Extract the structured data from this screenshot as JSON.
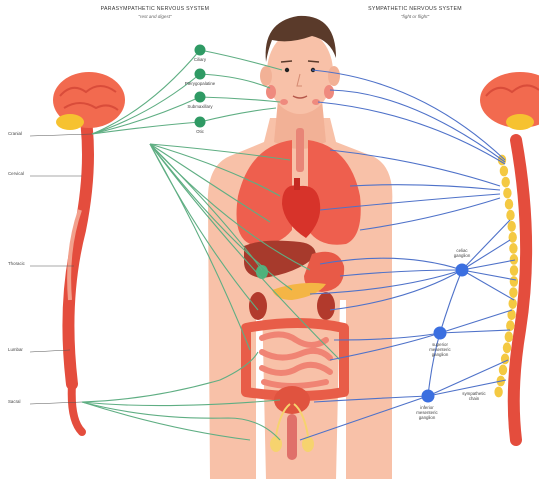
{
  "header": {
    "para_title": "PARASYMPATHETIC NERVOUS SYSTEM",
    "para_subtitle": "\"rest and digest\"",
    "symp_title": "SYMPATHETIC NERVOUS SYSTEM",
    "symp_subtitle": "\"fight or flight\""
  },
  "spine_regions": [
    "Cranial",
    "Cervical",
    "Thoracic",
    "Lumbar",
    "Sacral"
  ],
  "parasympathetic_ganglia": [
    "Ciliary",
    "Pterygopalatine",
    "Submaxillary",
    "Otic"
  ],
  "sympathetic_ganglia": {
    "celiac_line1": "celiac",
    "celiac_line2": "ganglion",
    "superior_line1": "superior",
    "superior_line2": "mesenteric",
    "superior_line3": "ganglion",
    "inferior_line1": "inferior",
    "inferior_line2": "mesenteric",
    "inferior_line3": "ganglion",
    "chain_line1": "sympathetic",
    "chain_line2": "chain"
  },
  "colors": {
    "para_nerve": "#5fae83",
    "symp_nerve": "#4f72c9",
    "ganglion_green": "#2f9a64",
    "ganglion_blue": "#3b6fe0",
    "brain": "#f26a4f",
    "spine": "#e2513f",
    "body": "#f8c1a8",
    "chain": "#f4c942"
  }
}
